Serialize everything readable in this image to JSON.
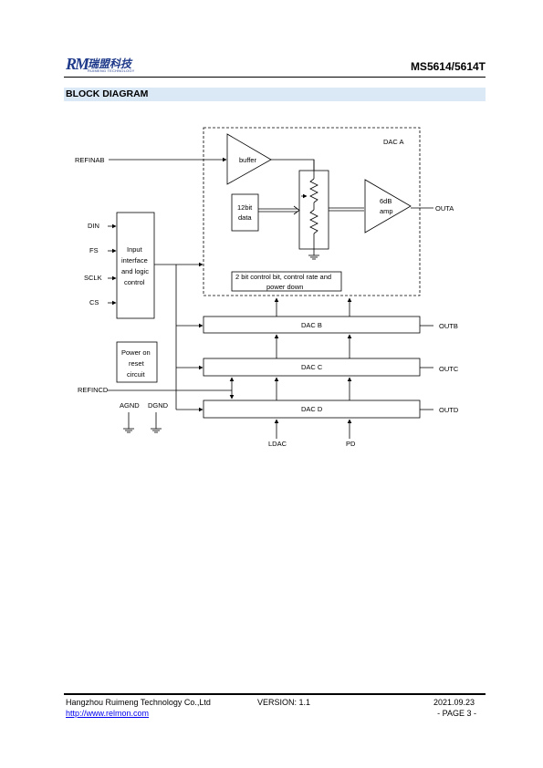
{
  "header": {
    "logo_mark": "RM",
    "logo_cn": "瑞盟科技",
    "logo_en": "RUIMENG TECHNOLOGY",
    "title": "MS5614/5614T"
  },
  "section_title": "BLOCK DIAGRAM",
  "diagram": {
    "dac_a_label": "DAC A",
    "buffer_label": "buffer",
    "data_label_1": "12bit",
    "data_label_2": "data",
    "amp_label_1": "6dB",
    "amp_label_2": "amp",
    "control_label_1": "2 bit control bit, control rate and",
    "control_label_2": "power down",
    "input_logic_1": "Input",
    "input_logic_2": "interface",
    "input_logic_3": "and logic",
    "input_logic_4": "control",
    "por_1": "Power on",
    "por_2": "reset",
    "por_3": "circuit",
    "dac_b": "DAC  B",
    "dac_c": "DAC  C",
    "dac_d": "DAC  D",
    "pins": {
      "refinab": "REFINAB",
      "din": "DIN",
      "fs": "FS",
      "sclk": "SCLK",
      "cs": "CS",
      "refincd": "REFINCD",
      "agnd": "AGND",
      "dgnd": "DGND",
      "ldac": "LDAC",
      "pd": "PD",
      "outa": "OUTA",
      "outb": "OUTB",
      "outc": "OUTC",
      "outd": "OUTD"
    }
  },
  "footer": {
    "company": "Hangzhou Ruimeng Technology Co.,Ltd",
    "version": "VERSION:   1.1",
    "date": "2021.09.23",
    "url": "http://www.relmon.com",
    "page": "- PAGE 3 -"
  }
}
